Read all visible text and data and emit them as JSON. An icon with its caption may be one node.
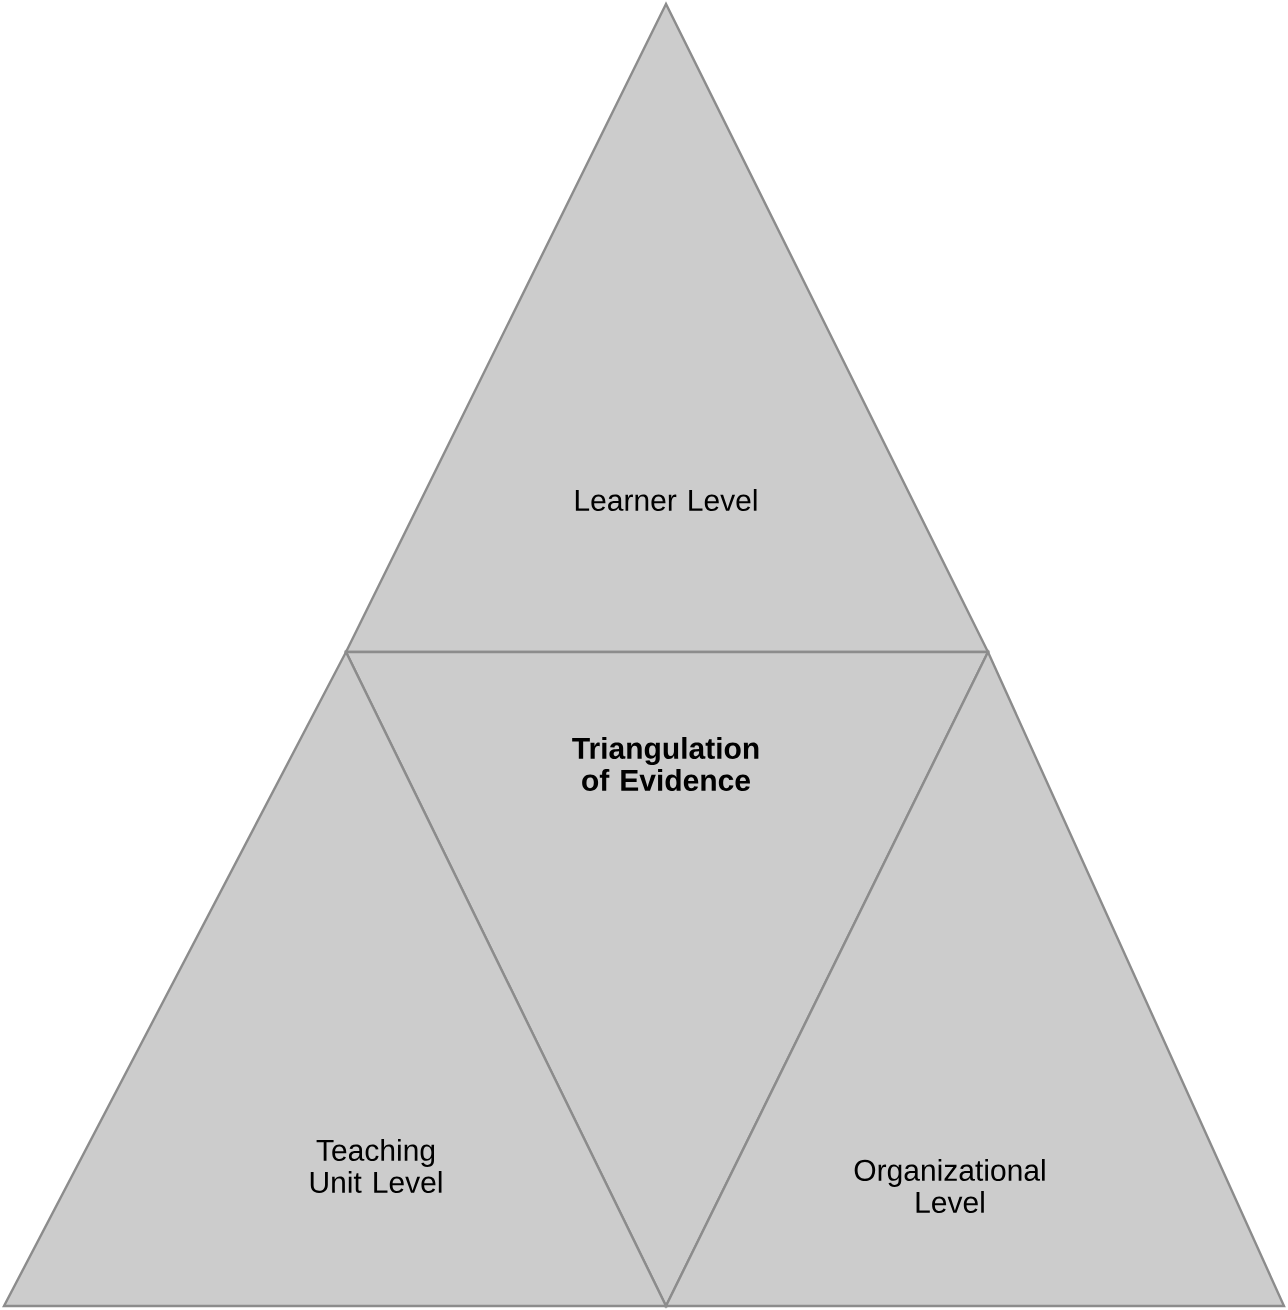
{
  "diagram": {
    "nodes": [
      {
        "text": [
          "Learner Level"
        ]
      },
      {
        "text": [
          "Triangulation of Evidence"
        ]
      },
      {
        "text": [
          "Teaching Unit Level"
        ]
      },
      {
        "text": [
          "Organizational Level"
        ]
      }
    ]
  }
}
